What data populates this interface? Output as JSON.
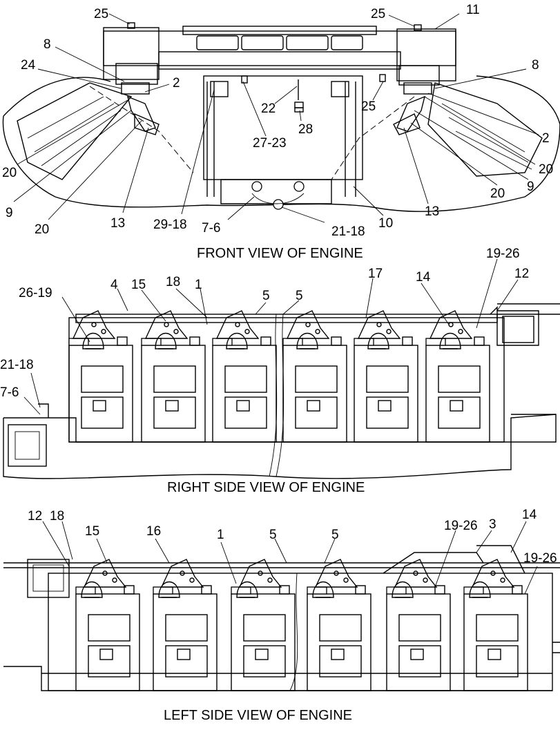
{
  "captions": {
    "front": "FRONT VIEW OF ENGINE",
    "right": "RIGHT SIDE VIEW OF ENGINE",
    "left": "LEFT SIDE VIEW OF ENGINE"
  },
  "front_callouts": [
    {
      "id": "f-25a",
      "text": "25"
    },
    {
      "id": "f-11",
      "text": "11"
    },
    {
      "id": "f-25b",
      "text": "25"
    },
    {
      "id": "f-8a",
      "text": "8"
    },
    {
      "id": "f-8b",
      "text": "8"
    },
    {
      "id": "f-24",
      "text": "24"
    },
    {
      "id": "f-2a",
      "text": "2"
    },
    {
      "id": "f-22",
      "text": "22"
    },
    {
      "id": "f-25c",
      "text": "25"
    },
    {
      "id": "f-28",
      "text": "28"
    },
    {
      "id": "f-27-23",
      "text": "27-23"
    },
    {
      "id": "f-2b",
      "text": "2"
    },
    {
      "id": "f-20a",
      "text": "20"
    },
    {
      "id": "f-20b",
      "text": "20"
    },
    {
      "id": "f-20c",
      "text": "20"
    },
    {
      "id": "f-20d",
      "text": "20"
    },
    {
      "id": "f-9a",
      "text": "9"
    },
    {
      "id": "f-9b",
      "text": "9"
    },
    {
      "id": "f-13a",
      "text": "13"
    },
    {
      "id": "f-13b",
      "text": "13"
    },
    {
      "id": "f-29-18",
      "text": "29-18"
    },
    {
      "id": "f-7-6",
      "text": "7-6"
    },
    {
      "id": "f-21-18",
      "text": "21-18"
    },
    {
      "id": "f-10",
      "text": "10"
    }
  ],
  "right_callouts": [
    {
      "id": "r-4",
      "text": "4"
    },
    {
      "id": "r-15",
      "text": "15"
    },
    {
      "id": "r-18",
      "text": "18"
    },
    {
      "id": "r-1",
      "text": "1"
    },
    {
      "id": "r-5a",
      "text": "5"
    },
    {
      "id": "r-5b",
      "text": "5"
    },
    {
      "id": "r-17",
      "text": "17"
    },
    {
      "id": "r-14",
      "text": "14"
    },
    {
      "id": "r-19-26",
      "text": "19-26"
    },
    {
      "id": "r-12",
      "text": "12"
    },
    {
      "id": "r-26-19",
      "text": "26-19"
    },
    {
      "id": "r-21-18",
      "text": "21-18"
    },
    {
      "id": "r-7-6",
      "text": "7-6"
    }
  ],
  "left_callouts": [
    {
      "id": "l-12",
      "text": "12"
    },
    {
      "id": "l-18",
      "text": "18"
    },
    {
      "id": "l-15",
      "text": "15"
    },
    {
      "id": "l-16",
      "text": "16"
    },
    {
      "id": "l-1",
      "text": "1"
    },
    {
      "id": "l-5a",
      "text": "5"
    },
    {
      "id": "l-5b",
      "text": "5"
    },
    {
      "id": "l-19-26a",
      "text": "19-26"
    },
    {
      "id": "l-3",
      "text": "3"
    },
    {
      "id": "l-14",
      "text": "14"
    },
    {
      "id": "l-19-26b",
      "text": "19-26"
    }
  ]
}
